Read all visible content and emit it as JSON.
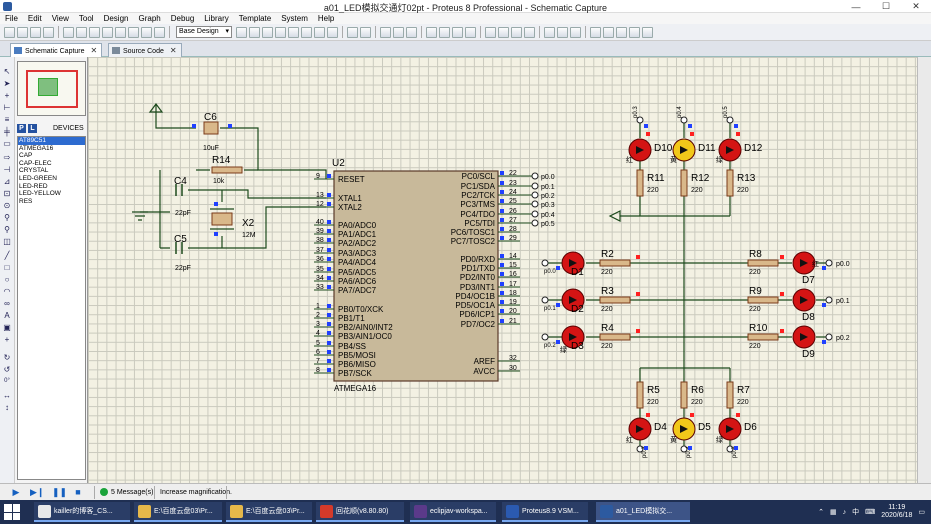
{
  "window": {
    "title": "a01_LED模拟交通灯02pt - Proteus 8 Professional - Schematic Capture",
    "buttons": [
      "—",
      "☐",
      "✕"
    ]
  },
  "menu": [
    "File",
    "Edit",
    "View",
    "Tool",
    "Design",
    "Graph",
    "Debug",
    "Library",
    "Template",
    "System",
    "Help"
  ],
  "toolbar": {
    "design_select": "Base Design"
  },
  "tabs": [
    {
      "label": "Schematic Capture",
      "close": "✕"
    },
    {
      "label": "Source Code",
      "close": "✕"
    }
  ],
  "left_tools": {
    "rotation": "0°"
  },
  "devices": {
    "p": "P",
    "l": "L",
    "title": "DEVICES",
    "items": [
      "AT89C51",
      "ATMEGA16",
      "CAP",
      "CAP-ELEC",
      "CRYSTAL",
      "LED-GREEN",
      "LED-RED",
      "LED-YELLOW",
      "RES"
    ],
    "selected_index": 0
  },
  "schematic": {
    "chip": {
      "ref": "U2",
      "part": "ATMEGA16",
      "left_pins": [
        {
          "num": "9",
          "name": "RESET"
        },
        {
          "num": "13",
          "name": "XTAL1"
        },
        {
          "num": "12",
          "name": "XTAL2"
        },
        {
          "num": "40",
          "name": "PA0/ADC0"
        },
        {
          "num": "39",
          "name": "PA1/ADC1"
        },
        {
          "num": "38",
          "name": "PA2/ADC2"
        },
        {
          "num": "37",
          "name": "PA3/ADC3"
        },
        {
          "num": "36",
          "name": "PA4/ADC4"
        },
        {
          "num": "35",
          "name": "PA5/ADC5"
        },
        {
          "num": "34",
          "name": "PA6/ADC6"
        },
        {
          "num": "33",
          "name": "PA7/ADC7"
        },
        {
          "num": "1",
          "name": "PB0/T0/XCK"
        },
        {
          "num": "2",
          "name": "PB1/T1"
        },
        {
          "num": "3",
          "name": "PB2/AIN0/INT2"
        },
        {
          "num": "4",
          "name": "PB3/AIN1/OC0"
        },
        {
          "num": "5",
          "name": "PB4/SS"
        },
        {
          "num": "6",
          "name": "PB5/MOSI"
        },
        {
          "num": "7",
          "name": "PB6/MISO"
        },
        {
          "num": "8",
          "name": "PB7/SCK"
        }
      ],
      "right_pins": [
        {
          "num": "22",
          "name": "PC0/SCL"
        },
        {
          "num": "23",
          "name": "PC1/SDA"
        },
        {
          "num": "24",
          "name": "PC2/TCK"
        },
        {
          "num": "25",
          "name": "PC3/TMS"
        },
        {
          "num": "26",
          "name": "PC4/TDO"
        },
        {
          "num": "27",
          "name": "PC5/TDI"
        },
        {
          "num": "28",
          "name": "PC6/TOSC1"
        },
        {
          "num": "29",
          "name": "PC7/TOSC2"
        },
        {
          "num": "14",
          "name": "PD0/RXD"
        },
        {
          "num": "15",
          "name": "PD1/TXD"
        },
        {
          "num": "16",
          "name": "PD2/INT0"
        },
        {
          "num": "17",
          "name": "PD3/INT1"
        },
        {
          "num": "18",
          "name": "PD4/OC1B"
        },
        {
          "num": "19",
          "name": "PD5/OC1A"
        },
        {
          "num": "20",
          "name": "PD6/ICP1"
        },
        {
          "num": "21",
          "name": "PD7/OC2"
        },
        {
          "num": "32",
          "name": "AREF"
        },
        {
          "num": "30",
          "name": "AVCC"
        }
      ]
    },
    "net_labels_pc": [
      "p0.0",
      "p0.1",
      "p0.2",
      "p0.3",
      "p0.4",
      "p0.5"
    ],
    "c6": {
      "ref": "C6",
      "value": "10uF"
    },
    "r14": {
      "ref": "R14",
      "value": "10k"
    },
    "c4": {
      "ref": "C4",
      "value": "22pF"
    },
    "c5": {
      "ref": "C5",
      "value": "22pF"
    },
    "x2": {
      "ref": "X2",
      "value": "12M"
    },
    "top_leds": [
      {
        "ref": "D10",
        "color": "红",
        "net": "p0.3",
        "res": "R11",
        "val": "220"
      },
      {
        "ref": "D11",
        "color": "黄",
        "net": "p0.4",
        "res": "R12",
        "val": "220"
      },
      {
        "ref": "D12",
        "color": "绿",
        "net": "p0.5",
        "res": "R13",
        "val": "220"
      }
    ],
    "left_leds": [
      {
        "ref": "D1",
        "color": "",
        "net": "p0.0",
        "res": "R2",
        "val": "220"
      },
      {
        "ref": "D2",
        "color": "",
        "net": "p0.1",
        "res": "R3",
        "val": "220"
      },
      {
        "ref": "D3",
        "color": "绿",
        "net": "p0.2",
        "res": "R4",
        "val": "220"
      }
    ],
    "right_leds": [
      {
        "ref": "D7",
        "color": "红",
        "net": "p0.0",
        "res": "R8",
        "val": "220"
      },
      {
        "ref": "D8",
        "color": "",
        "net": "p0.1",
        "res": "R9",
        "val": "220"
      },
      {
        "ref": "D9",
        "color": "",
        "net": "p0.2",
        "res": "R10",
        "val": "220"
      }
    ],
    "bottom_leds": [
      {
        "ref": "D4",
        "color": "红",
        "net": "p0.3",
        "res": "R5",
        "val": "220"
      },
      {
        "ref": "D5",
        "color": "黄",
        "net": "p0.4",
        "res": "R6",
        "val": "220"
      },
      {
        "ref": "D6",
        "color": "绿",
        "net": "p0.5",
        "res": "R7",
        "val": "220"
      }
    ]
  },
  "status": {
    "messages": "5 Message(s)",
    "text": "Increase magnification."
  },
  "taskbar": {
    "items": [
      {
        "label": "kailler的博客_CS...",
        "color": "#e8e8e8"
      },
      {
        "label": "E:\\百度云盘03\\Pr...",
        "color": "#e6b84a"
      },
      {
        "label": "E:\\百度云盘03\\Pr...",
        "color": "#e6b84a"
      },
      {
        "label": "回花顺(v8.80.80)",
        "color": "#d43a2a"
      },
      {
        "label": "eclipjav-workspa...",
        "color": "#5b3a8a"
      },
      {
        "label": "Proteus8.9 VSM...",
        "color": "#2b5ab0"
      },
      {
        "label": "a01_LED模拟交...",
        "color": "#2c5aa0"
      }
    ],
    "tray": "中",
    "time": "11:19",
    "date": "2020/6/18"
  }
}
